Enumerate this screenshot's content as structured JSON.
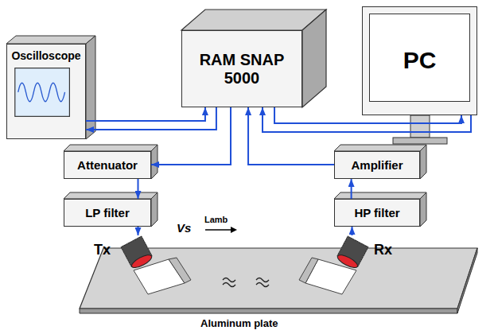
{
  "diagram": {
    "nodes": [
      {
        "text": [
          "Oscilloscope"
        ]
      },
      {
        "text": [
          "RAM SNAP 5000"
        ]
      },
      {
        "text": [
          "PC"
        ]
      },
      {
        "text": [
          "Attenuator"
        ]
      },
      {
        "text": [
          "Amplifier"
        ]
      },
      {
        "text": [
          "LP filter"
        ]
      },
      {
        "text": [
          "HP filter"
        ]
      },
      {
        "text": [
          "Tx"
        ]
      },
      {
        "text": [
          "Rx"
        ]
      }
    ],
    "edges": [
      {
        "from": 0,
        "to": 1,
        "arrow": "to"
      },
      {
        "from": 1,
        "to": 0,
        "arrow": "to"
      },
      {
        "from": 1,
        "to": 2,
        "arrow": "to"
      },
      {
        "from": 2,
        "to": 1,
        "arrow": "to"
      },
      {
        "from": 1,
        "to": 3,
        "arrow": "to"
      },
      {
        "from": 3,
        "to": 5,
        "arrow": "to"
      },
      {
        "from": 5,
        "to": 7,
        "arrow": "to"
      },
      {
        "from": 8,
        "to": 6,
        "arrow": "to"
      },
      {
        "from": 6,
        "to": 4,
        "arrow": "to"
      },
      {
        "from": 4,
        "to": 1,
        "arrow": "to"
      }
    ],
    "labels": [
      "Vs",
      "Lamb",
      "Aluminum plate"
    ]
  }
}
